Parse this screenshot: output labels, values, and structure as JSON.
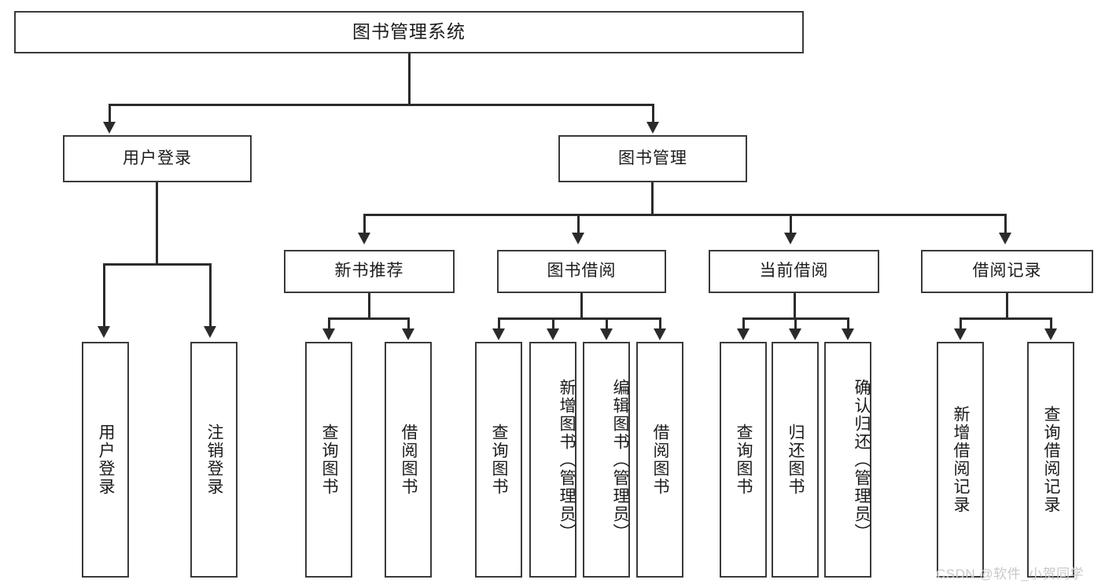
{
  "diagram": {
    "title": "图书管理系统",
    "type": "hierarchy-tree",
    "watermark": "CSDN @软件_小贺同学",
    "levels": {
      "level1": [
        "图书管理系统"
      ],
      "level2": [
        "用户登录",
        "图书管理"
      ],
      "level3": [
        "新书推荐",
        "图书借阅",
        "当前借阅",
        "借阅记录"
      ],
      "level4": [
        "用户登录",
        "注销登录",
        "查询图书",
        "借阅图书",
        "查询图书",
        "新增图书（管理员）",
        "编辑图书（管理员）",
        "借阅图书",
        "查询图书",
        "归还图书",
        "确认归还（管理员）",
        "新增借阅记录",
        "查询借阅记录"
      ]
    },
    "nodes": {
      "root": {
        "label": "图书管理系统"
      },
      "user_login": {
        "label": "用户登录"
      },
      "book_manage": {
        "label": "图书管理"
      },
      "new_book_rec": {
        "label": "新书推荐"
      },
      "book_borrow": {
        "label": "图书借阅"
      },
      "current_borrow": {
        "label": "当前借阅"
      },
      "borrow_record": {
        "label": "借阅记录"
      },
      "leaf_user_login": {
        "label": "用户登录"
      },
      "leaf_user_logout": {
        "label": "注销登录"
      },
      "leaf_nbr_query": {
        "label": "查询图书"
      },
      "leaf_nbr_borrow": {
        "label": "借阅图书"
      },
      "leaf_bb_query": {
        "label": "查询图书"
      },
      "leaf_bb_add": {
        "label": "新增图书（管理员）"
      },
      "leaf_bb_edit": {
        "label": "编辑图书（管理员）"
      },
      "leaf_bb_borrow": {
        "label": "借阅图书"
      },
      "leaf_cb_query": {
        "label": "查询图书"
      },
      "leaf_cb_return": {
        "label": "归还图书"
      },
      "leaf_cb_confirm": {
        "label": "确认归还（管理员）"
      },
      "leaf_br_add": {
        "label": "新增借阅记录"
      },
      "leaf_br_query": {
        "label": "查询借阅记录"
      }
    },
    "colors": {
      "box_border": "#3a3a3a",
      "connector": "#2b2b2b",
      "background": "#ffffff",
      "text": "#1b1b1b",
      "watermark": "#c9c9c9"
    }
  }
}
